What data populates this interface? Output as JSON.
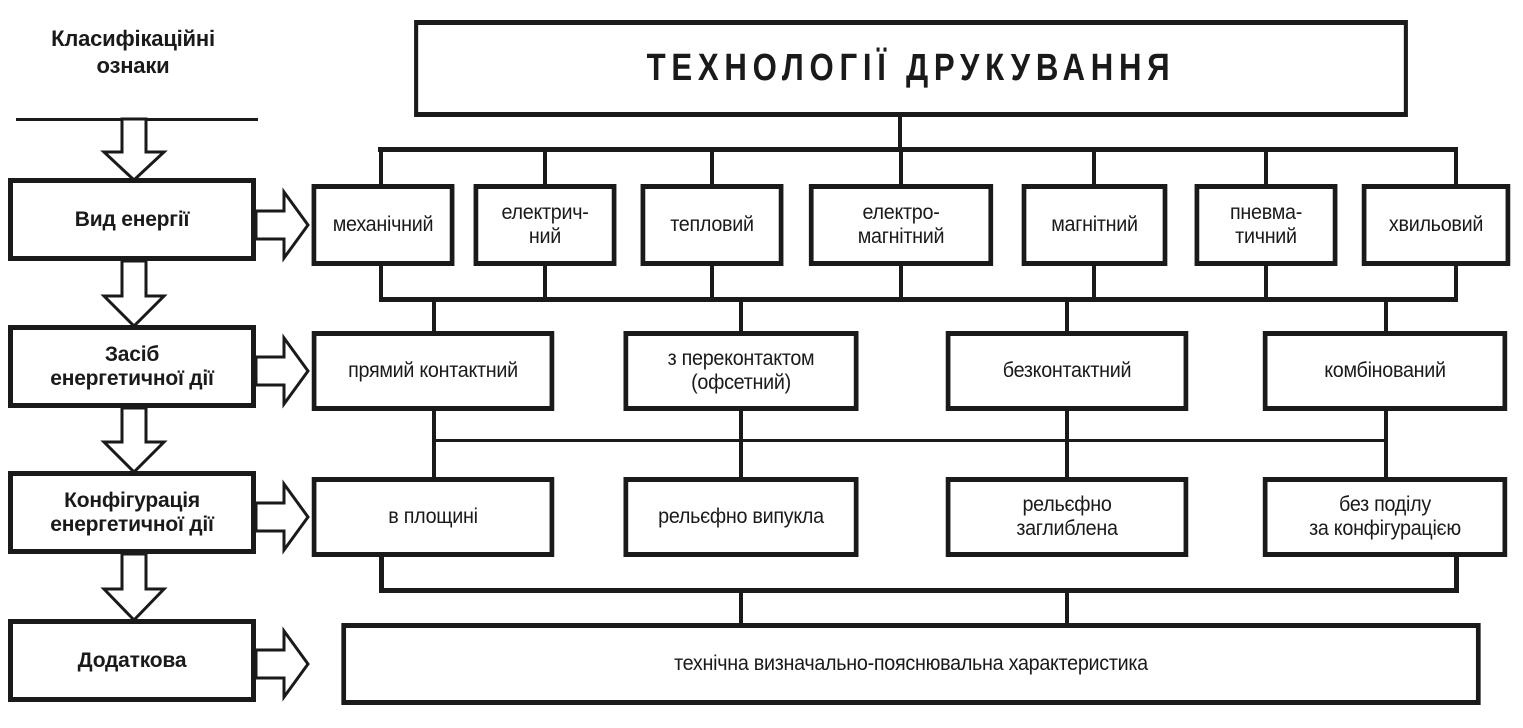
{
  "header": {
    "caption": "Класифікаційні\nознаки",
    "caption_line1": "Класифікаційні",
    "caption_line2": "ознаки"
  },
  "title": {
    "text": "ТЕХНОЛОГІЇ ДРУКУВАННЯ"
  },
  "criteria": [
    {
      "id": "energy-type",
      "line1": "Вид енергії",
      "line2": ""
    },
    {
      "id": "energy-means",
      "line1": "Засіб",
      "line2": "енергетичної дії"
    },
    {
      "id": "energy-config",
      "line1": "Конфігурація",
      "line2": "енергетичної дії"
    },
    {
      "id": "additional",
      "line1": "Додаткова",
      "line2": ""
    }
  ],
  "rows": {
    "energy_type": [
      {
        "line1": "механічний",
        "line2": ""
      },
      {
        "line1": "електрич-",
        "line2": "ний"
      },
      {
        "line1": "тепловий",
        "line2": ""
      },
      {
        "line1": "електро-",
        "line2": "магнітний"
      },
      {
        "line1": "магнітний",
        "line2": ""
      },
      {
        "line1": "пневма-",
        "line2": "тичний"
      },
      {
        "line1": "хвильовий",
        "line2": ""
      }
    ],
    "energy_means": [
      {
        "line1": "прямий контактний",
        "line2": ""
      },
      {
        "line1": "з переконтактом",
        "line2": "(офсетний)"
      },
      {
        "line1": "безконтактний",
        "line2": ""
      },
      {
        "line1": "комбінований",
        "line2": ""
      }
    ],
    "energy_config": [
      {
        "line1": "в площині",
        "line2": ""
      },
      {
        "line1": "рельєфно випукла",
        "line2": ""
      },
      {
        "line1": "рельєфно",
        "line2": "заглиблена"
      },
      {
        "line1": "без поділу",
        "line2": "за конфігурацією"
      }
    ],
    "additional": [
      {
        "line1": "технічна визначально-пояснювальна характеристика",
        "line2": ""
      }
    ]
  },
  "colors": {
    "ink": "#1a1a1a",
    "paper": "#ffffff"
  }
}
